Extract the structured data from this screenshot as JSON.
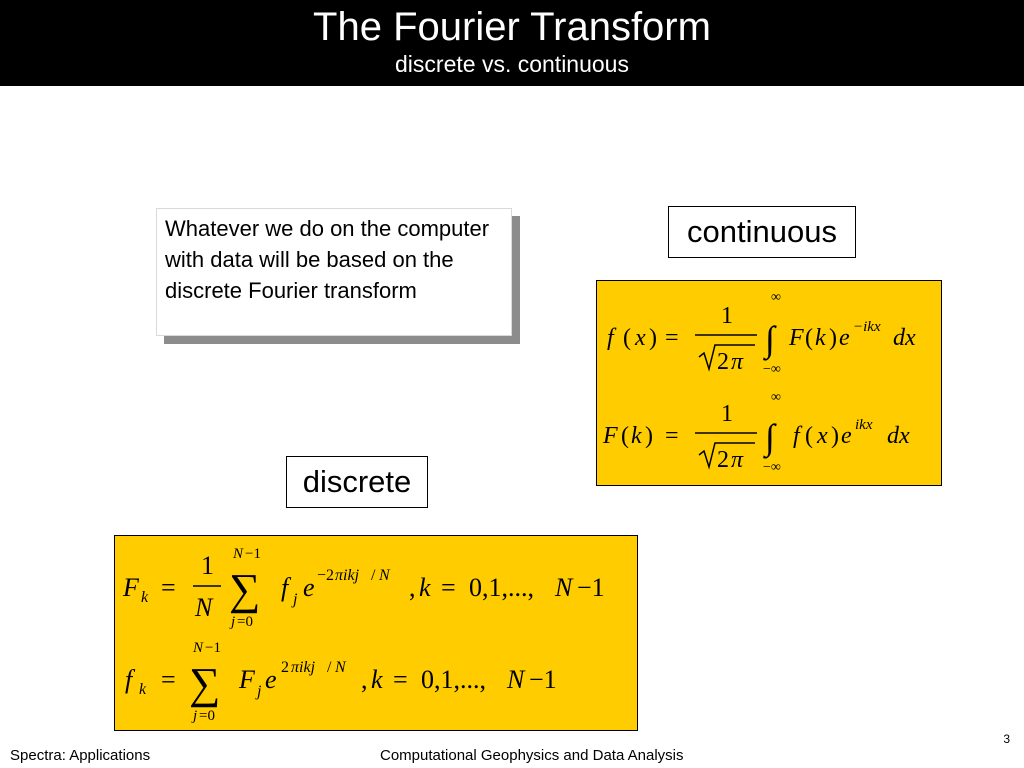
{
  "header": {
    "title": "The Fourier Transform",
    "subtitle": "discrete vs. continuous"
  },
  "note": {
    "text": "Whatever we do on the computer with data will be based on the discrete Fourier transform"
  },
  "labels": {
    "continuous": "continuous",
    "discrete": "discrete"
  },
  "equations": {
    "forward_continuous": "f(x) = 1/√(2π) ∫_{−∞}^{∞} F(k) e^{−ikx} dx",
    "inverse_continuous": "F(k) = 1/√(2π) ∫_{−∞}^{∞} f(x) e^{ikx} dx",
    "forward_discrete": "F_k = 1/N Σ_{j=0}^{N−1} f_j e^{−2πikj/N}, k = 0,1,..., N−1",
    "inverse_discrete": "f_k = Σ_{j=0}^{N−1} F_j e^{2πikj/N}, k = 0,1,..., N−1"
  },
  "footer": {
    "left": "Spectra: Applications",
    "center": "Computational Geophysics and Data Analysis",
    "page": "3"
  },
  "colors": {
    "header_bg": "#000000",
    "equation_box_bg": "#ffcc00",
    "note_shadow": "#8c8c8c"
  }
}
